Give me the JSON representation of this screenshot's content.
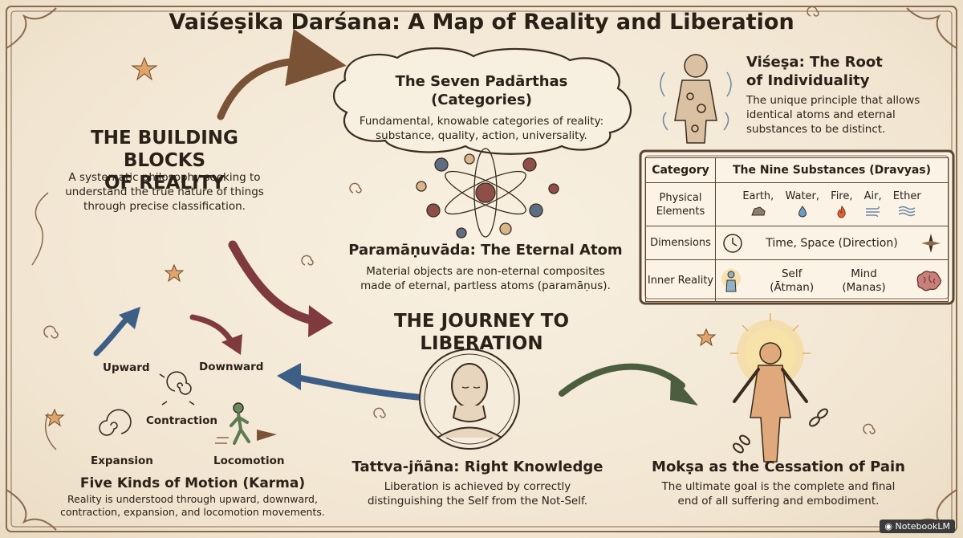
{
  "title": "Vaiśeṣika Darśana: A Map of Reality and Liberation",
  "building_blocks": {
    "heading_line1": "THE BUILDING BLOCKS",
    "heading_line2": "OF REALITY",
    "text_line1": "A systematic philosophy seeking to",
    "text_line2": "understand the true nature of things",
    "text_line3": "through precise classification."
  },
  "padarthas": {
    "heading": "The Seven Padārthas (Categories)",
    "text_line1": "Fundamental, knowable categories of reality:",
    "text_line2": "substance, quality, action, universality."
  },
  "visesa": {
    "heading_line1": "Viśeṣa: The Root",
    "heading_line2": "of Individuality",
    "text_line1": "The unique principle that allows",
    "text_line2": "identical atoms and eternal",
    "text_line3": "substances to be distinct."
  },
  "atom": {
    "heading": "Paramāṇuvāda: The Eternal Atom",
    "text_line1": "Material objects are non-eternal composites",
    "text_line2": "made of eternal, partless atoms (paramāṇus)."
  },
  "substances_table": {
    "header_category": "Category",
    "header_substances": "The Nine Substances (Dravyas)",
    "row1_cat_line1": "Physical",
    "row1_cat_line2": "Elements",
    "row1_items": [
      "Earth,",
      "Water,",
      "Fire,",
      "Air,",
      "Ether"
    ],
    "row2_cat": "Dimensions",
    "row2_items": "Time, Space (Direction)",
    "row3_cat": "Inner Reality",
    "row3_self_line1": "Self",
    "row3_self_line2": "(Ātman)",
    "row3_mind_line1": "Mind",
    "row3_mind_line2": "(Manas)"
  },
  "journey": {
    "heading": "THE JOURNEY TO LIBERATION"
  },
  "motion": {
    "upward": "Upward",
    "downward": "Downward",
    "contraction": "Contraction",
    "expansion": "Expansion",
    "locomotion": "Locomotion",
    "heading": "Five Kinds of Motion (Karma)",
    "text_line1": "Reality is understood through upward, downward,",
    "text_line2": "contraction, expansion, and locomotion movements."
  },
  "tattva": {
    "heading": "Tattva-jñāna: Right Knowledge",
    "text_line1": "Liberation is achieved by correctly",
    "text_line2": "distinguishing the Self from the Not-Self."
  },
  "moksa": {
    "heading": "Mokṣa as the Cessation of Pain",
    "text_line1": "The ultimate goal is the complete and final",
    "text_line2": "end of all suffering and embodiment."
  },
  "brand": "NotebookLM",
  "colors": {
    "paper": "#f4ead8",
    "ink": "#2b2118",
    "arrow_brown": "#7a5236",
    "arrow_maroon": "#7e3a3f",
    "arrow_blue": "#3d5f86",
    "arrow_green": "#4c5e3e"
  }
}
